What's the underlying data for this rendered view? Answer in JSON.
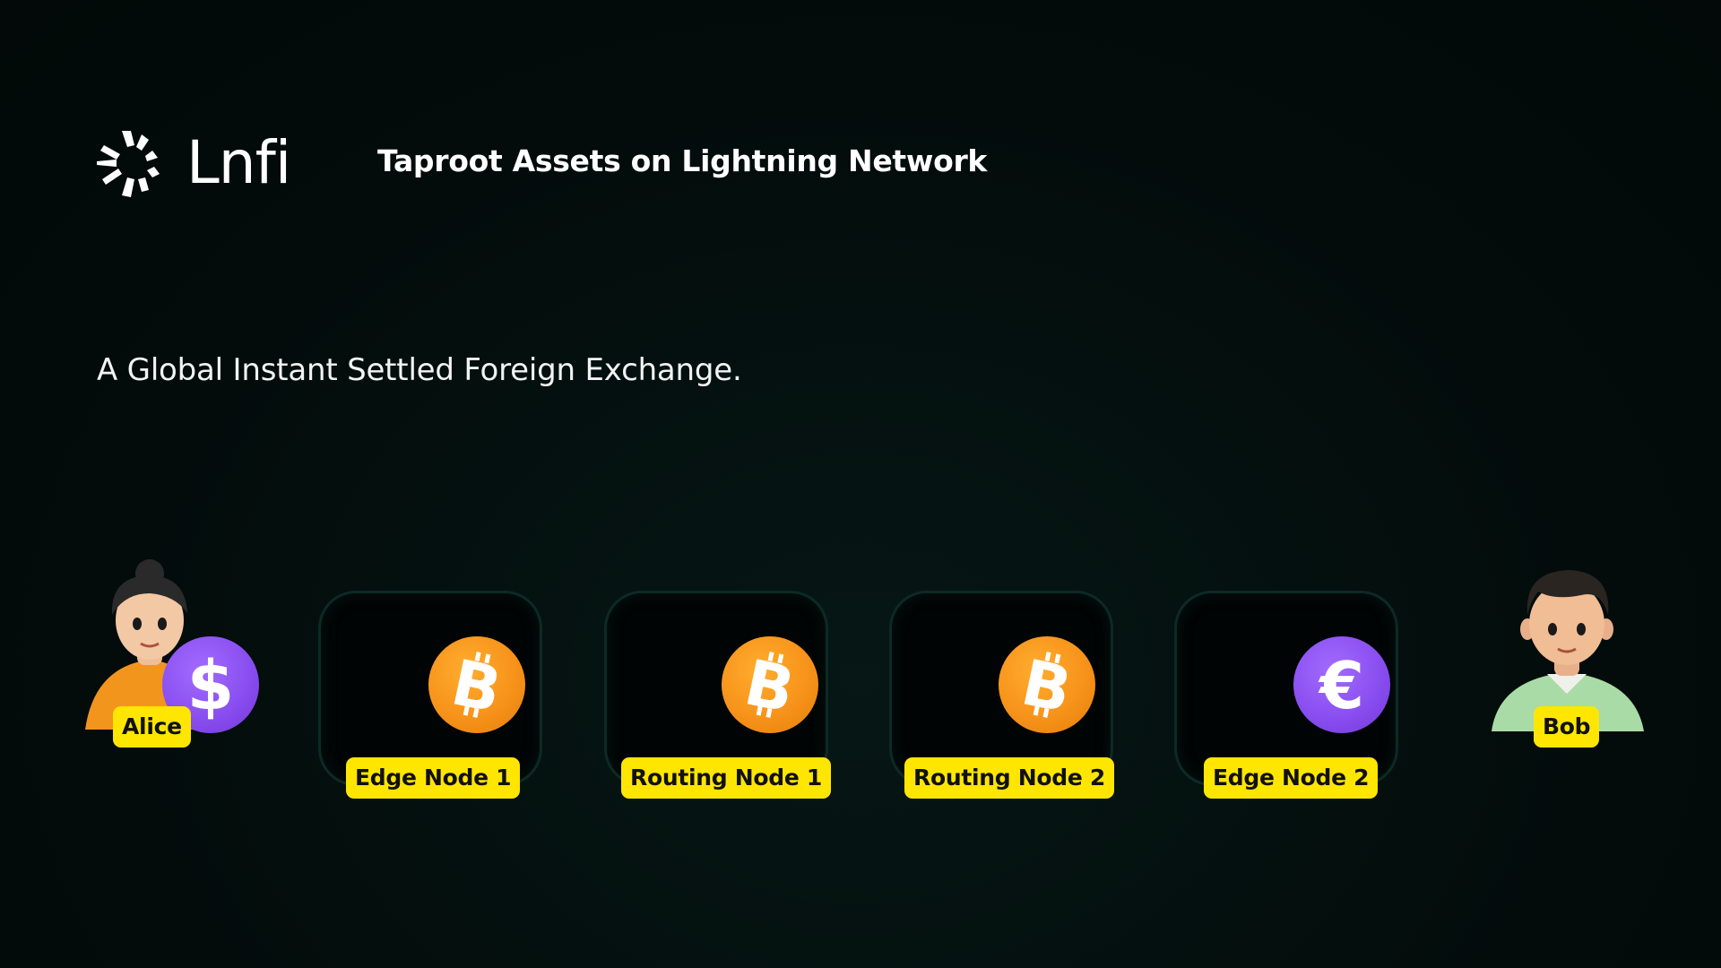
{
  "header": {
    "brand": "Lnfi",
    "title": "Taproot Assets on Lightning Network"
  },
  "subtitle": "A Global Instant Settled Foreign Exchange.",
  "participants": {
    "alice": {
      "label": "Alice",
      "asset_icon": "dollar-coin-icon"
    },
    "bob": {
      "label": "Bob"
    }
  },
  "nodes": [
    {
      "label": "Edge Node 1",
      "asset_icon": "bitcoin-coin-icon"
    },
    {
      "label": "Routing Node 1",
      "asset_icon": "bitcoin-coin-icon"
    },
    {
      "label": "Routing Node 2",
      "asset_icon": "bitcoin-coin-icon"
    },
    {
      "label": "Edge Node 2",
      "asset_icon": "euro-coin-icon"
    }
  ],
  "colors": {
    "background": "#04100f",
    "label_bg": "#ffe600",
    "bitcoin": "#f7931a",
    "asset_purple": "#8a4ff0"
  }
}
